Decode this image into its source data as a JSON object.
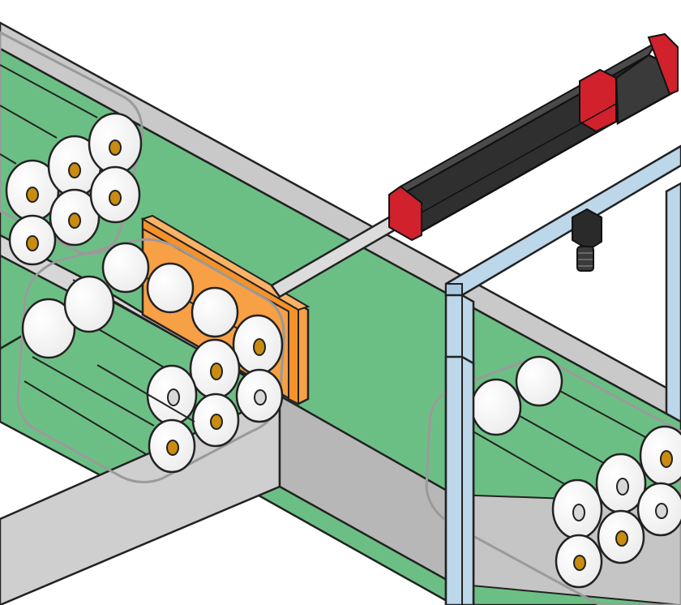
{
  "scene": {
    "subject": "",
    "colors": {
      "conveyor_belt": "#6cbf84",
      "conveyor_rail": "#c8c8c8",
      "conveyor_rail_dark": "#a9a9a9",
      "roll_white": "#ffffff",
      "roll_core": "#c98c10",
      "wrap_outline": "#9a9a9a",
      "pusher_plate": "#f5922a",
      "actuator_body": "#2f2f2f",
      "actuator_accent": "#d0212d",
      "piston_rod": "#d4d4d4",
      "frame": "#bcd6ea",
      "sensor": "#2a2a2a"
    },
    "icons": [
      "conveyor",
      "roll-bundle",
      "pusher-plate",
      "linear-actuator",
      "sensor-frame",
      "proximity-sensor"
    ]
  }
}
